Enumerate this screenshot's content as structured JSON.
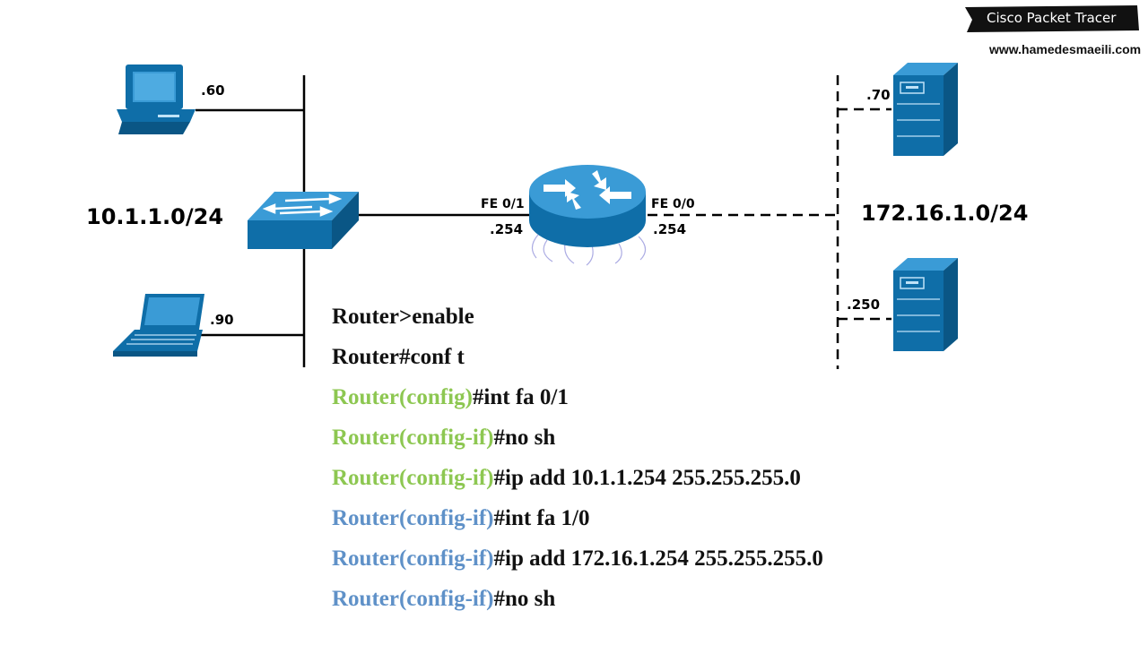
{
  "branding": {
    "badge_text": "Cisco Packet Tracer",
    "website": "www.hamedesmaeili.com"
  },
  "networks": {
    "left": {
      "subnet": "10.1.1.0/24",
      "pc_host": ".60",
      "laptop_host": ".90"
    },
    "right": {
      "subnet": "172.16.1.0/24",
      "server1_host": ".70",
      "server2_host": ".250"
    }
  },
  "router": {
    "left_interface": "FE 0/1",
    "left_ip": ".254",
    "right_interface": "FE 0/0",
    "right_ip": ".254"
  },
  "commands": [
    {
      "prompt": "",
      "command": "Router>enable",
      "prompt_color": ""
    },
    {
      "prompt": "",
      "command": "Router#conf t",
      "prompt_color": ""
    },
    {
      "prompt": "Router(config)",
      "command": "#int fa 0/1",
      "prompt_color": "green"
    },
    {
      "prompt": "Router(config-if)",
      "command": "#no sh",
      "prompt_color": "green"
    },
    {
      "prompt": "Router(config-if)",
      "command": "#ip add 10.1.1.254 255.255.255.0",
      "prompt_color": "green"
    },
    {
      "prompt": "Router(config-if)",
      "command": "#int fa 1/0",
      "prompt_color": "blue"
    },
    {
      "prompt": "Router(config-if)",
      "command": "#ip add 172.16.1.254 255.255.255.0",
      "prompt_color": "blue"
    },
    {
      "prompt": "Router(config-if)",
      "command": "#no sh",
      "prompt_color": "blue"
    }
  ],
  "colors": {
    "device_blue": "#0f6ea8",
    "prompt_green": "#8dc751",
    "prompt_blue": "#5f91c8",
    "badge_bg": "#111111"
  }
}
